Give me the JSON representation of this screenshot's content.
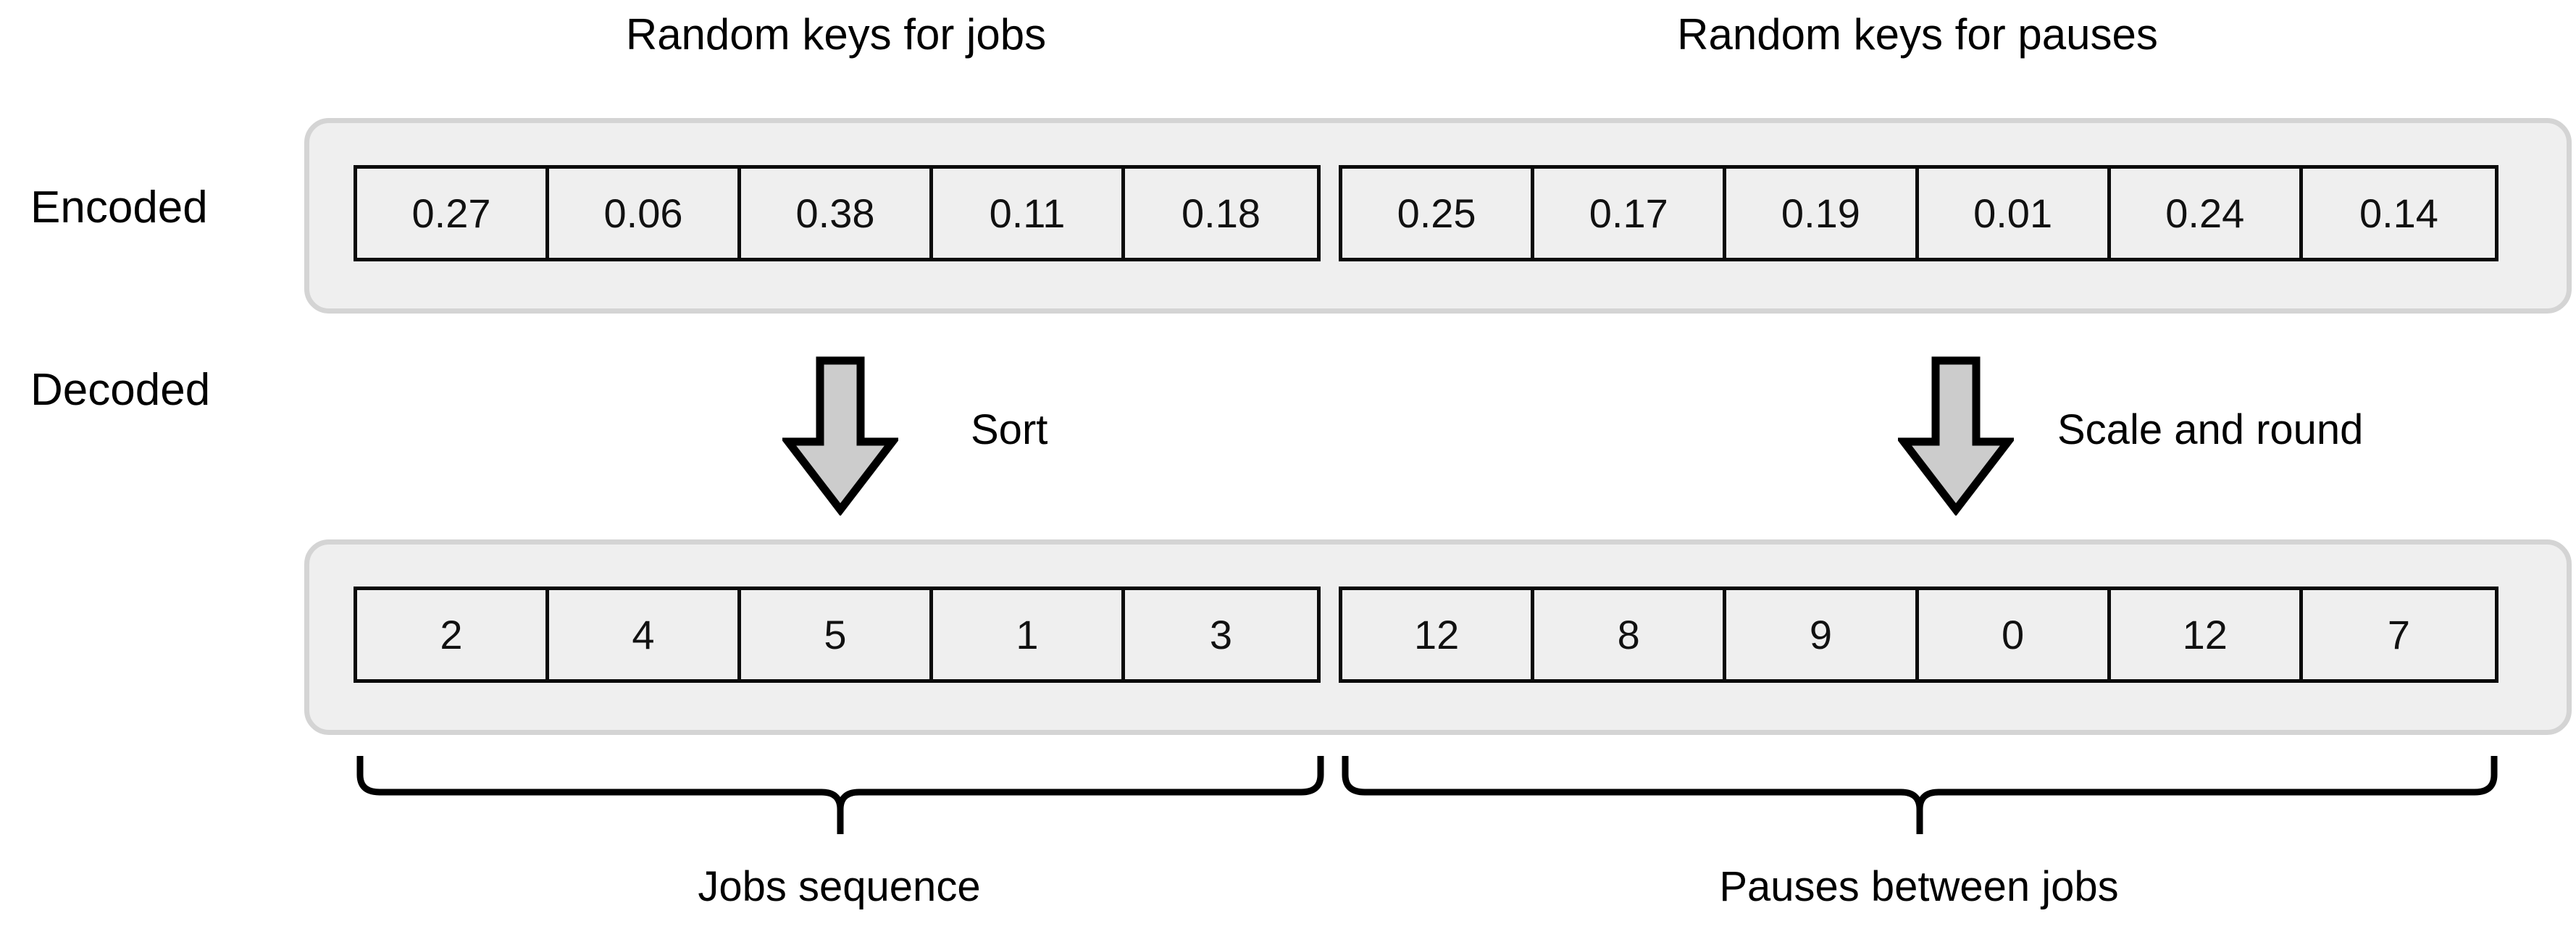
{
  "titles": {
    "jobs": "Random keys for jobs",
    "pauses": "Random keys for pauses"
  },
  "row_labels": {
    "encoded": "Encoded",
    "decoded": "Decoded"
  },
  "rows": {
    "encoded": {
      "jobs": [
        "0.27",
        "0.06",
        "0.38",
        "0.11",
        "0.18"
      ],
      "pauses": [
        "0.25",
        "0.17",
        "0.19",
        "0.01",
        "0.24",
        "0.14"
      ]
    },
    "decoded": {
      "jobs": [
        "2",
        "4",
        "5",
        "1",
        "3"
      ],
      "pauses": [
        "12",
        "8",
        "9",
        "0",
        "12",
        "7"
      ]
    }
  },
  "arrows": {
    "sort": "Sort",
    "scale": "Scale and round"
  },
  "braces": {
    "jobs": "Jobs sequence",
    "pauses": "Pauses between jobs"
  },
  "colors": {
    "panel_fill": "#efefef",
    "panel_border": "#d4d4d4",
    "cell_border": "#0a0a0a",
    "arrow_fill": "#cccccc",
    "arrow_stroke": "#000000",
    "text": "#000000",
    "background": "#ffffff"
  }
}
